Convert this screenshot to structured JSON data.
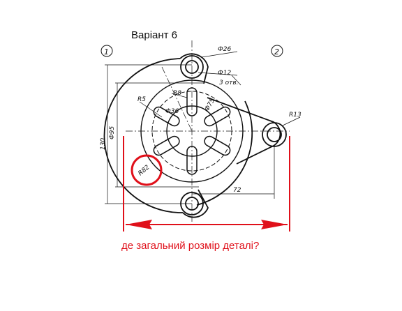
{
  "title": "Варіант 6",
  "question": "де загальний розмір деталі?",
  "views": [
    "1",
    "2"
  ],
  "dimensions": {
    "d26": "Ф26",
    "d12": "Ф12",
    "holes": "3 отв.",
    "r8": "R8",
    "r5": "R5",
    "d36": "Ф36",
    "d75": "Ф75",
    "r13": "R13",
    "d95": "Ф95",
    "h130": "130",
    "r82": "R82",
    "w72": "72"
  },
  "colors": {
    "annotation": "#e0101a",
    "line": "#111111"
  }
}
